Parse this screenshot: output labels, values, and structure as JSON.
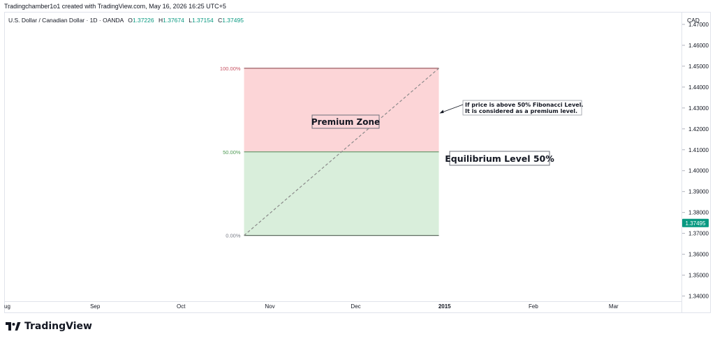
{
  "header": {
    "attribution": "Tradingchamber1o1 created with TradingView.com, May 16, 2026 16:25 UTC+5"
  },
  "legend": {
    "symbol": "U.S. Dollar / Canadian Dollar · 1D · OANDA",
    "open_label": "O",
    "open": "1.37226",
    "high_label": "H",
    "high": "1.37674",
    "low_label": "L",
    "low": "1.37154",
    "close_label": "C",
    "close": "1.37495"
  },
  "price_axis": {
    "currency": "CAD"
  },
  "brand": {
    "name": "TradingView",
    "icon": "tradingview-logo-icon"
  },
  "colors": {
    "premium_fill": "#fcd5d7",
    "discount_fill": "#d9eedb",
    "top_line": "#9c5c62",
    "mid_line": "#6b9a6f",
    "bottom_line": "#5c6c5e",
    "level_100_text": "#c75262",
    "level_50_text": "#4f9a54",
    "level_0_text": "#787b86",
    "price_tag": "#089981",
    "diagonal": "#8a8a8a"
  },
  "chart_data": {
    "type": "fibonacci_retracement",
    "symbol": "USDCAD",
    "timeframe": "1D",
    "last_price": 1.37495,
    "y_ticks": [
      1.47,
      1.46,
      1.45,
      1.44,
      1.43,
      1.42,
      1.41,
      1.4,
      1.39,
      1.38,
      1.37,
      1.36,
      1.35,
      1.34
    ],
    "y_tick_labels": [
      "1.47000",
      "1.46000",
      "1.45000",
      "1.44000",
      "1.43000",
      "1.42000",
      "1.41000",
      "1.40000",
      "1.39000",
      "1.38000",
      "1.37000",
      "1.36000",
      "1.35000",
      "1.34000"
    ],
    "ylim": [
      1.3375,
      1.476
    ],
    "x_ticks": [
      {
        "label": "ug",
        "date": "2014-08-01"
      },
      {
        "label": "Sep",
        "date": "2014-09-01"
      },
      {
        "label": "Oct",
        "date": "2014-10-01"
      },
      {
        "label": "Nov",
        "date": "2014-11-01"
      },
      {
        "label": "Dec",
        "date": "2014-12-01"
      },
      {
        "label": "2015",
        "date": "2015-01-01",
        "bold": true
      },
      {
        "label": "Feb",
        "date": "2015-02-01"
      },
      {
        "label": "Mar",
        "date": "2015-03-01"
      }
    ],
    "xlim": [
      "2014-08-01",
      "2015-04-01"
    ],
    "fib": {
      "start_date": "2014-10-23",
      "end_date": "2014-12-30",
      "levels": [
        {
          "ratio": 1.0,
          "label": "100.00%",
          "price": 1.449
        },
        {
          "ratio": 0.5,
          "label": "50.00%",
          "price": 1.409
        },
        {
          "ratio": 0.0,
          "label": "0.00%",
          "price": 1.369
        }
      ]
    },
    "annotations": {
      "premium_zone": "Premium Zone",
      "equilibrium": "Equilibrium Level 50%",
      "note_line1": "If price is above 50% Fibonacci Level.",
      "note_line2": "It is considered as a premium level."
    }
  }
}
